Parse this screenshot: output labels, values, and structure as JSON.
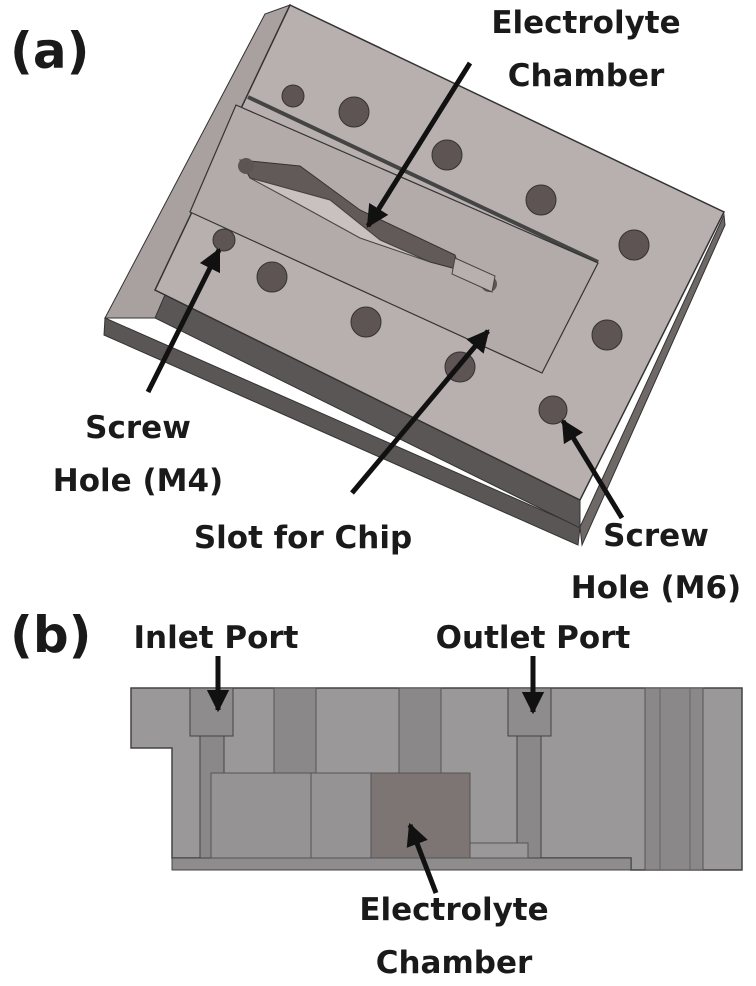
{
  "panels": {
    "a": "(a)",
    "b": "(b)"
  },
  "labels": {
    "electrolyte_chamber_top": [
      "Electrolyte",
      "Chamber"
    ],
    "screw_hole_m4": [
      "Screw",
      "Hole (M4)"
    ],
    "slot_for_chip": "Slot for Chip",
    "screw_hole_m6": [
      "Screw",
      "Hole (M6)"
    ],
    "inlet_port": "Inlet Port",
    "outlet_port": "Outlet Port",
    "electrolyte_chamber_bottom": [
      "Electrolyte",
      "Chamber"
    ]
  },
  "colors": {
    "block_top": "#b8b0ae",
    "block_side": "#5a5655",
    "hole": "#5d5453",
    "section": "#9a9898"
  }
}
